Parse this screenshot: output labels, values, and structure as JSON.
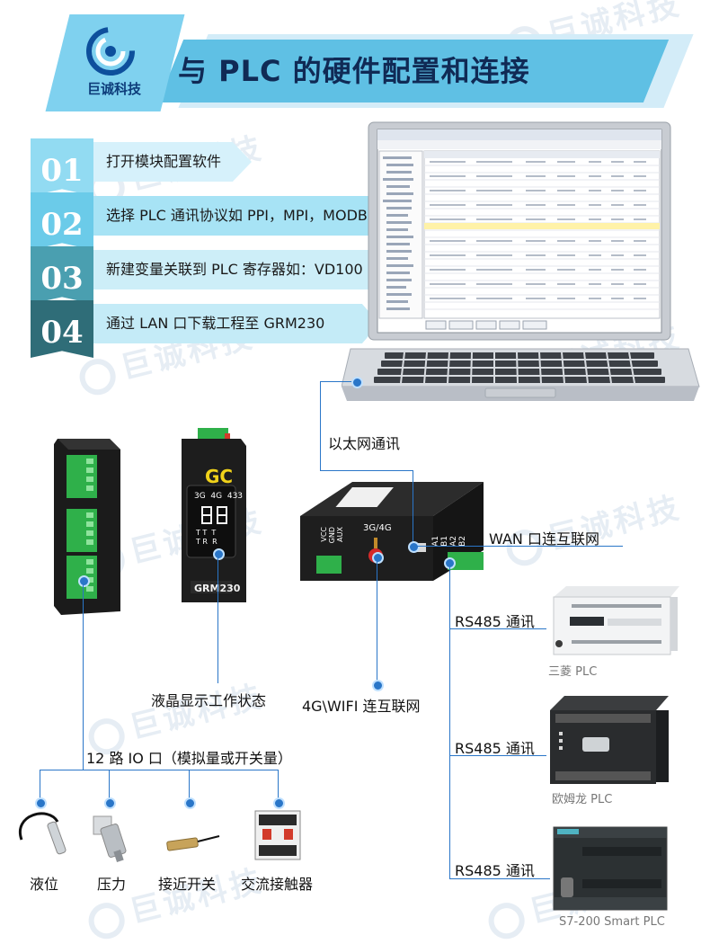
{
  "header": {
    "brand": "巨诚科技",
    "title": "与 PLC 的硬件配置和连接"
  },
  "steps": [
    {
      "num": "01",
      "text": "打开模块配置软件"
    },
    {
      "num": "02",
      "text": "选择 PLC 通讯协议如 PPI，MPI，MODBUS 等"
    },
    {
      "num": "03",
      "text": "新建变量关联到 PLC 寄存器如：VD100"
    },
    {
      "num": "04",
      "text": "通过 LAN 口下载工程至 GRM230"
    }
  ],
  "labels": {
    "ethernet": "以太网通讯",
    "wan": "WAN 口连互联网",
    "wifi": "4G\\WIFI 连互联网",
    "lcd": "液晶显示工作状态",
    "io": "12 路 IO 口（模拟量或开关量）",
    "rs485": "RS485 通讯"
  },
  "sensors": [
    {
      "name": "液位"
    },
    {
      "name": "压力"
    },
    {
      "name": "接近开关"
    },
    {
      "name": "交流接触器"
    }
  ],
  "plcs": [
    {
      "name": "三菱 PLC"
    },
    {
      "name": "欧姆龙 PLC"
    },
    {
      "name": "S7-200 Smart PLC"
    }
  ],
  "device": {
    "brand": "GC",
    "model": "GRM230",
    "indicators": "3G  4G  433",
    "rows": "T T  T",
    "rows2": "T R  R",
    "antenna": "3G/4G",
    "power_pins": [
      "VCC",
      "GND",
      "AUX"
    ],
    "bus_pins": [
      "A1",
      "B1",
      "A2",
      "B2"
    ]
  },
  "colors": {
    "accent": "#5fc0e4",
    "title": "#102a55",
    "line": "#2a76c8",
    "terminal": "#2fb04a"
  }
}
